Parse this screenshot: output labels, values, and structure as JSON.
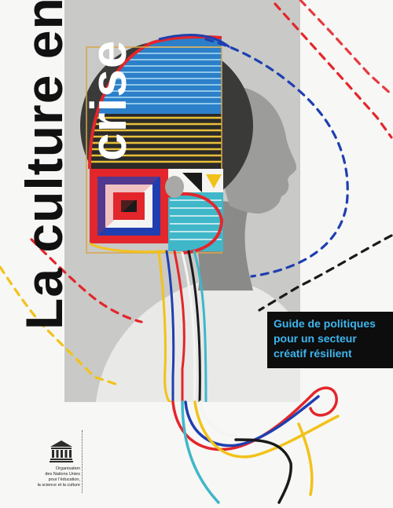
{
  "cover": {
    "title_line1": "La culture en",
    "title_line2": "crise",
    "subtitle": {
      "lines": [
        "Guide de politiques",
        "pour un secteur",
        "créatif résilient"
      ]
    },
    "publisher": {
      "logo_icon": "unesco-temple-logo",
      "logo_text": "UNESCO",
      "lines": [
        "Organisation",
        "des Nations Unies",
        "pour l’éducation,",
        "la science et la culture"
      ]
    },
    "colors": {
      "title": "#111111",
      "subtitle_bg": "#0d0d0d",
      "subtitle_text": "#3eb6ee",
      "thread_red": "#e3262b",
      "thread_blue": "#1f3fb0",
      "thread_yellow": "#f2c21a",
      "thread_black": "#1a1a1a",
      "thread_teal": "#3fb7c9"
    }
  }
}
